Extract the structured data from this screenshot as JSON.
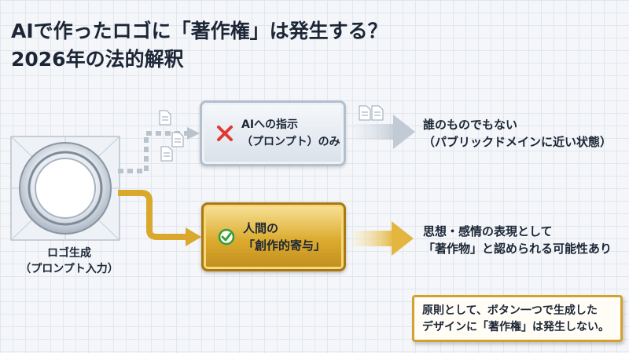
{
  "title": {
    "line1": "AIで作ったロゴに「著作権」は発生する？",
    "line2": "2026年の法的解釈"
  },
  "logo": {
    "label_line1": "ロゴ生成",
    "label_line2": "（プロンプト入力）"
  },
  "ai_box": {
    "line1": "AIへの指示",
    "line2": "（プロンプト）のみ",
    "icon": "cross-icon"
  },
  "ai_result": {
    "line1": "誰のものでもない",
    "line2": "（パブリックドメインに近い状態）"
  },
  "human_box": {
    "line1": "人間の",
    "line2": "「創作的寄与」",
    "icon": "check-circle-icon"
  },
  "human_result": {
    "line1": "思想・感情の表現として",
    "line2": "「著作物」と認められる可能性あり"
  },
  "note": {
    "line1": "原則として、ボタン一つで生成した",
    "line2": "デザインに「著作権」は発生しない。"
  },
  "colors": {
    "gold": "#d9a82c",
    "silver": "#c3ccd6",
    "cross": "#e03a32",
    "check": "#2f9e44"
  }
}
